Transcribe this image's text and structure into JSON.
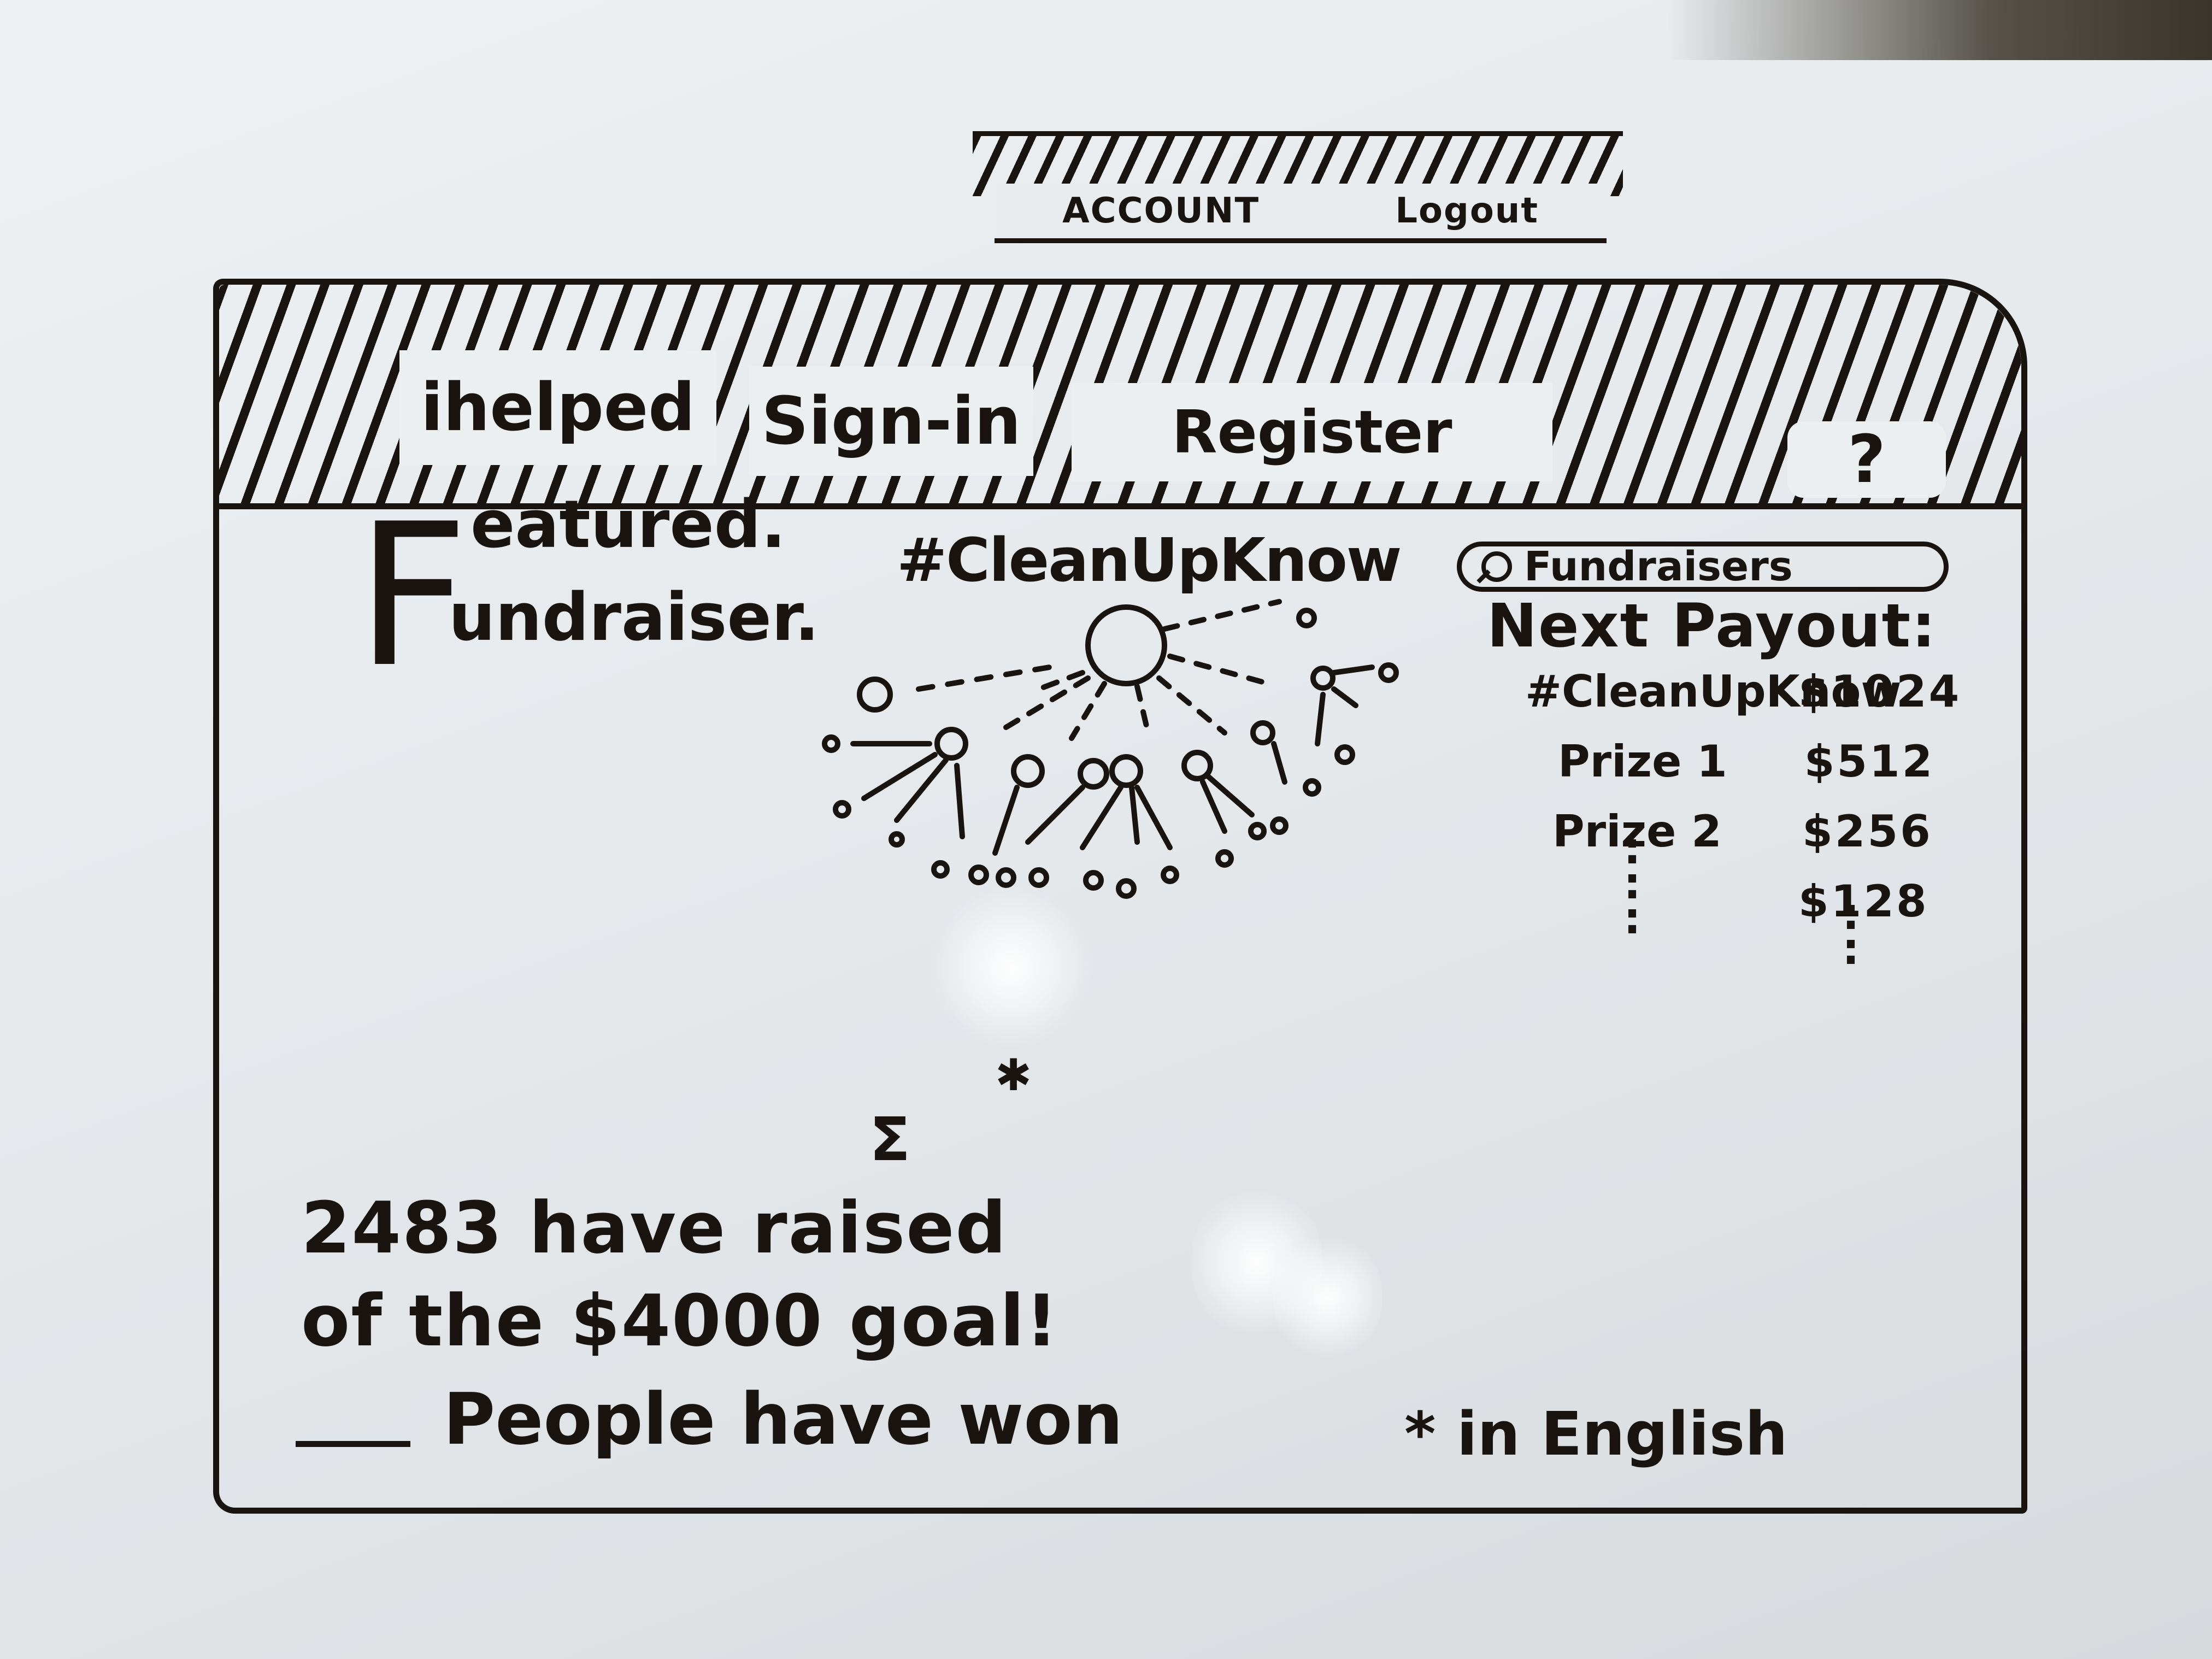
{
  "account_menu": {
    "items": [
      "ACCOUNT",
      "Logout"
    ]
  },
  "nav": {
    "logo": "ihelped",
    "signin": "Sign-in",
    "register": "Register",
    "help": "?"
  },
  "featured": {
    "big_letter": "F",
    "line1": "eatured.",
    "line2": "undraiser.",
    "hashtag": "#CleanUpKnow"
  },
  "stats": {
    "line1": "2483 have raised",
    "line2": "of the $4000 goal!",
    "line3": "People have won"
  },
  "sidebar": {
    "search_placeholder": "Fundraisers",
    "payout_title": "Next Payout:",
    "rows": [
      {
        "name": "#CleanUpKnow",
        "amount": "$1024"
      },
      {
        "name": "Prize 1",
        "amount": "$512"
      },
      {
        "name": "Prize 2",
        "amount": "$256"
      },
      {
        "name": "",
        "amount": "$128"
      }
    ]
  },
  "marks": {
    "sparkle": "✱",
    "sigma": "Σ",
    "dots": ":"
  },
  "footnote": "* in English",
  "colors": {
    "ink": "#1a1410",
    "board": "#e5e9ec"
  }
}
